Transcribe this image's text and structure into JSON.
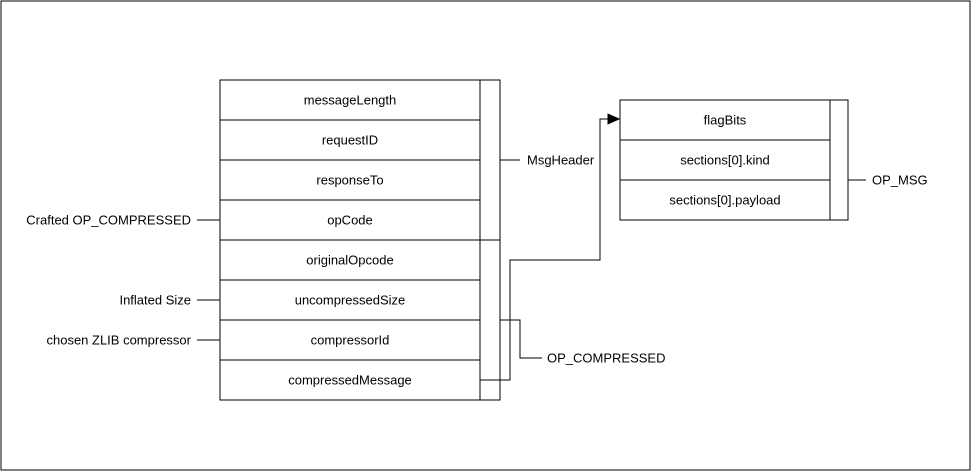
{
  "left_table": {
    "rows": [
      "messageLength",
      "requestID",
      "responseTo",
      "opCode",
      "originalOpcode",
      "uncompressedSize",
      "compressorId",
      "compressedMessage"
    ]
  },
  "right_table": {
    "rows": [
      "flagBits",
      "sections[0].kind",
      "sections[0].payload"
    ]
  },
  "brackets": {
    "msg_header": "MsgHeader",
    "op_compressed": "OP_COMPRESSED",
    "op_msg": "OP_MSG"
  },
  "callouts": {
    "crafted_op_compressed": "Crafted OP_COMPRESSED",
    "inflated_size": "Inflated Size",
    "chosen_zlib_compressor": "chosen ZLIB compressor"
  },
  "colors": {
    "stroke": "#000000",
    "background": "#ffffff",
    "text": "#000000"
  }
}
